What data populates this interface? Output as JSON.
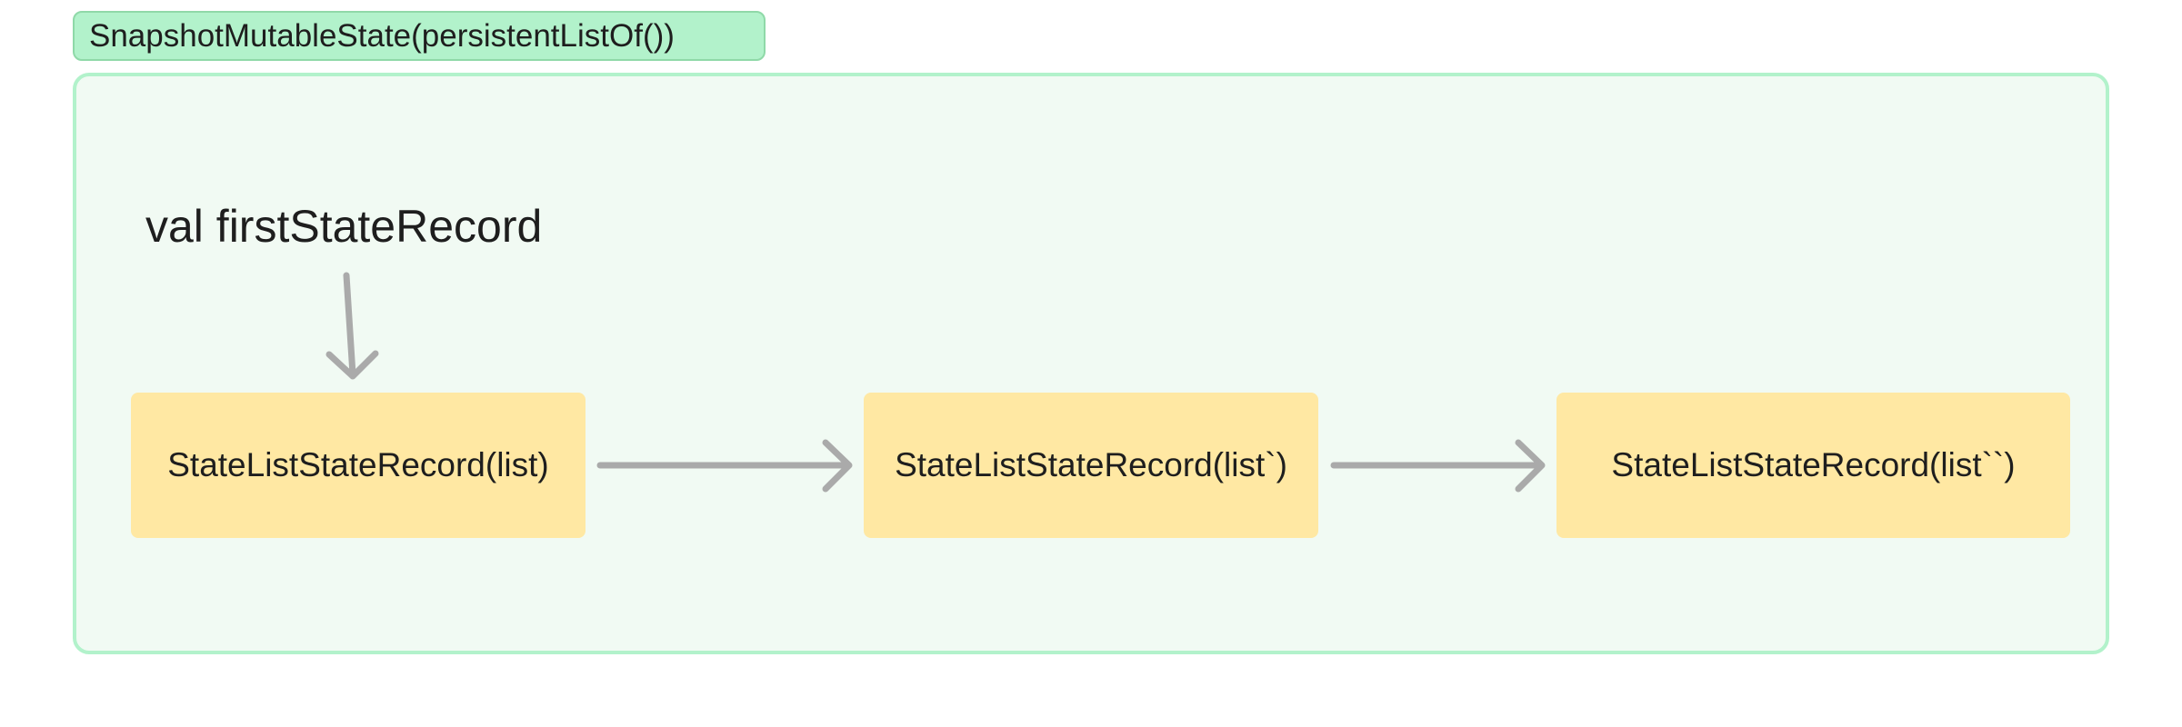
{
  "container": {
    "label": "SnapshotMutableState(persistentListOf())"
  },
  "pointer": {
    "label": "val firstStateRecord"
  },
  "records": [
    {
      "label": "StateListStateRecord(list)"
    },
    {
      "label": "StateListStateRecord(list`)"
    },
    {
      "label": "StateListStateRecord(list``)"
    }
  ],
  "colors": {
    "container_fill": "#f1faf3",
    "container_border": "#b2f2cb",
    "label_fill": "#b2f2cb",
    "record_fill": "#ffe8a3",
    "arrow": "#aaaaaa",
    "text": "#1e1e1e"
  }
}
